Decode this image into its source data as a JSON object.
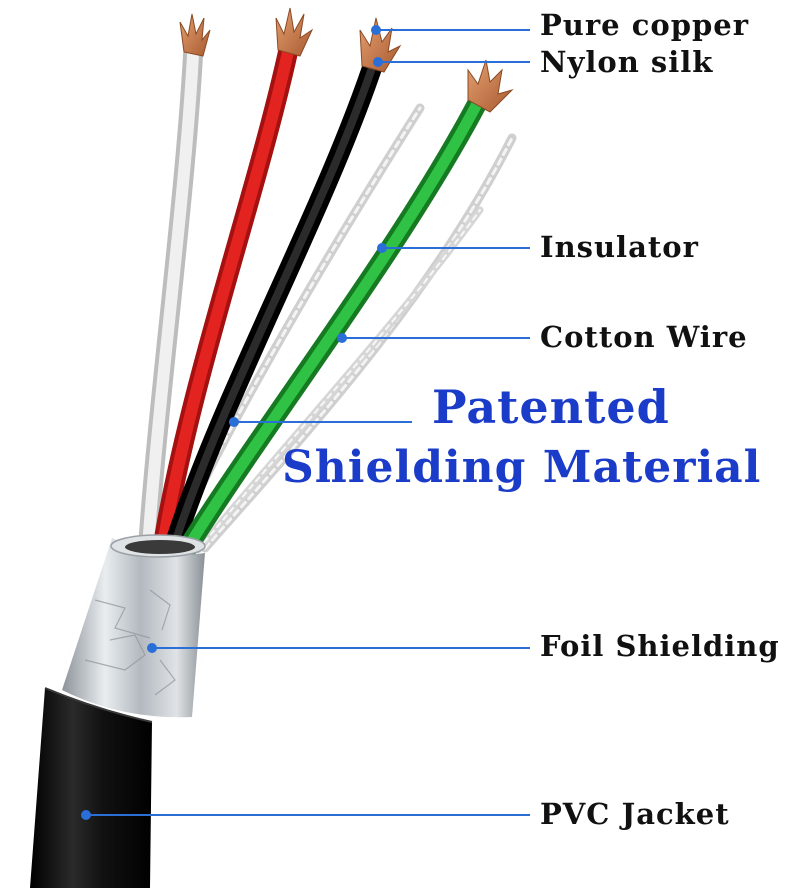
{
  "labels": {
    "pure_copper": "Pure copper",
    "nylon_silk": "Nylon silk",
    "insulator": "Insulator",
    "cotton_wire": "Cotton Wire",
    "foil_shielding": "Foil Shielding",
    "pvc_jacket": "PVC Jacket"
  },
  "headline": {
    "line1": "Patented",
    "line2": "Shielding Material"
  },
  "colors": {
    "headline": "#1a3cc8",
    "leader_line": "#2a6fd8",
    "wire_white": "#e6e6e6",
    "wire_red": "#e01c1c",
    "wire_black": "#141414",
    "wire_green": "#26b33a",
    "copper": "#c7784a",
    "foil": "#c9ced3",
    "jacket": "#0d0d0d"
  }
}
